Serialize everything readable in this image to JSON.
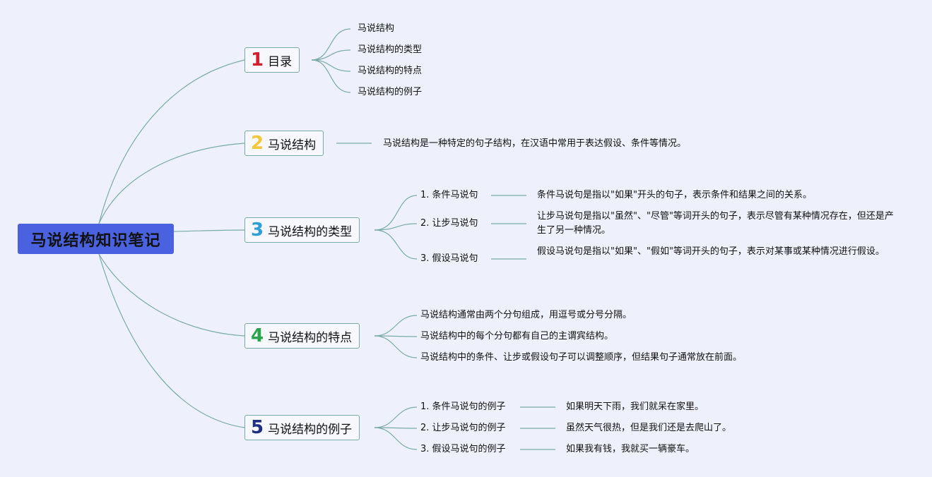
{
  "root": {
    "title": "马说结构知识笔记"
  },
  "colors": {
    "root_bg": "#4a62df",
    "link": "#7aaaa8",
    "num1": "#d0202e",
    "num2": "#f2c73a",
    "num3": "#2f9fd8",
    "num4": "#2aa44a",
    "num5": "#1f2f86"
  },
  "topics": [
    {
      "number": "1",
      "label": "目录",
      "children": [
        "马说结构",
        "马说结构的类型",
        "马说结构的特点",
        "马说结构的例子"
      ]
    },
    {
      "number": "2",
      "label": "马说结构",
      "description": "马说结构是一种特定的句子结构，在汉语中常用于表达假设、条件等情况。"
    },
    {
      "number": "3",
      "label": "马说结构的类型",
      "items": [
        {
          "label": "1. 条件马说句",
          "description": "条件马说句是指以\"如果\"开头的句子，表示条件和结果之间的关系。"
        },
        {
          "label": "2. 让步马说句",
          "description": "让步马说句是指以\"虽然\"、\"尽管\"等词开头的句子，表示尽管有某种情况存在，但还是产生了另一种情况。"
        },
        {
          "label": "3. 假设马说句",
          "description": "假设马说句是指以\"如果\"、\"假如\"等词开头的句子，表示对某事或某种情况进行假设。"
        }
      ]
    },
    {
      "number": "4",
      "label": "马说结构的特点",
      "children": [
        "马说结构通常由两个分句组成，用逗号或分号分隔。",
        "马说结构中的每个分句都有自己的主谓宾结构。",
        "马说结构中的条件、让步或假设句子可以调整顺序，但结果句子通常放在前面。"
      ]
    },
    {
      "number": "5",
      "label": "马说结构的例子",
      "items": [
        {
          "label": "1. 条件马说句的例子",
          "description": "如果明天下雨，我们就呆在家里。"
        },
        {
          "label": "2. 让步马说句的例子",
          "description": "虽然天气很热，但是我们还是去爬山了。"
        },
        {
          "label": "3. 假设马说句的例子",
          "description": "如果我有钱，我就买一辆豪车。"
        }
      ]
    }
  ]
}
